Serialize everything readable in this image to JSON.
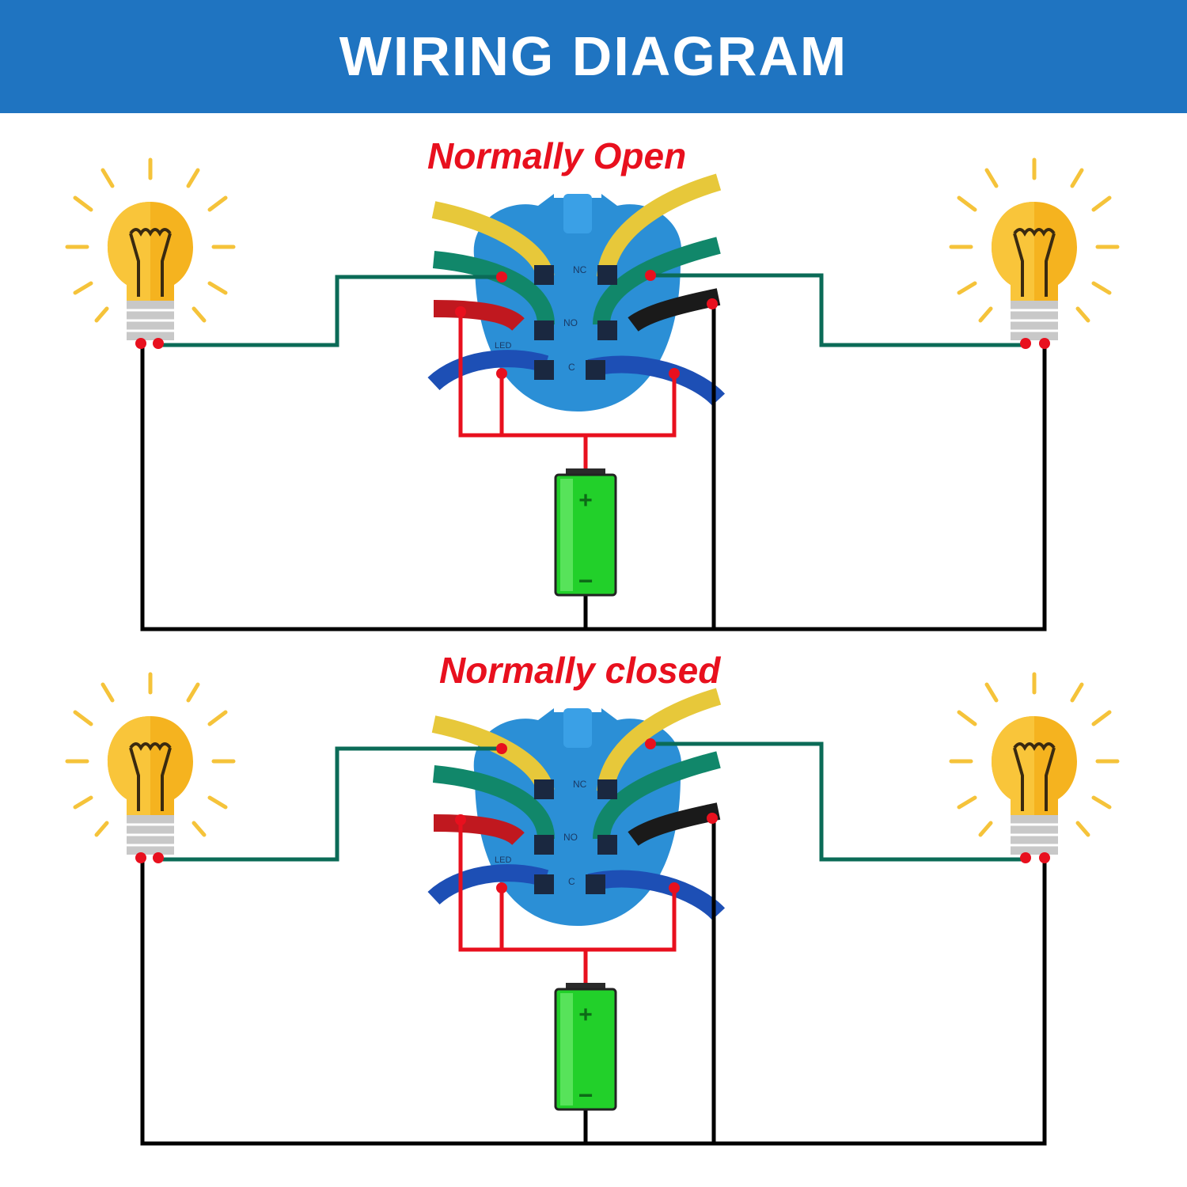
{
  "header": {
    "title": "WIRING DIAGRAM"
  },
  "diagrams": [
    {
      "title": "Normally Open"
    },
    {
      "title": "Normally closed"
    }
  ],
  "switch_labels": {
    "nc": "NC",
    "no": "NO",
    "c": "C",
    "led": "LED"
  },
  "battery": {
    "plus": "+",
    "minus": "−"
  },
  "colors": {
    "banner": "#1f74c1",
    "title_red": "#e8101e",
    "wire_signal": "#0b6b57",
    "wire_ground": "#000000",
    "wire_power": "#e8101e",
    "bulb": "#f5b31f",
    "battery": "#22d02a",
    "switch_body": "#2b8fd6"
  }
}
